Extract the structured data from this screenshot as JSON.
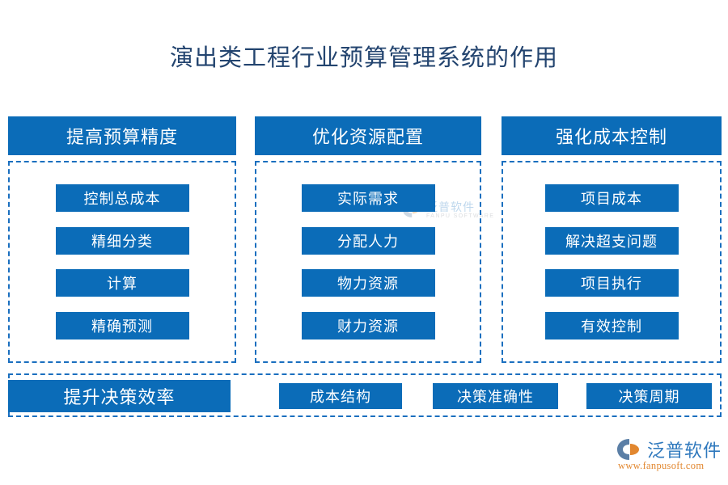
{
  "page": {
    "title": "演出类工程行业预算管理系统的作用",
    "title_color": "#23446f",
    "accent_color": "#0b6cb8",
    "dashed_border_color": "#1a6fbf",
    "background": "#ffffff"
  },
  "columns": [
    {
      "header": "提高预算精度",
      "items": [
        "控制总成本",
        "精细分类",
        "计算",
        "精确预测"
      ]
    },
    {
      "header": "优化资源配置",
      "items": [
        "实际需求",
        "分配人力",
        "物力资源",
        "财力资源"
      ]
    },
    {
      "header": "强化成本控制",
      "items": [
        "项目成本",
        "解决超支问题",
        "项目执行",
        "有效控制"
      ]
    }
  ],
  "bottom": {
    "primary": "提升决策效率",
    "items": [
      "成本结构",
      "决策准确性",
      "决策周期"
    ]
  },
  "watermark": {
    "name": "泛普软件",
    "subtitle": "FANPU SOFTWARE",
    "icon": "fanpu-swoosh-icon"
  },
  "brand": {
    "name": "泛普软件",
    "url": "www.fanpusoft.com",
    "icon": "fanpu-swoosh-icon",
    "name_color": "#2e78bd",
    "url_color": "#e2872f"
  }
}
